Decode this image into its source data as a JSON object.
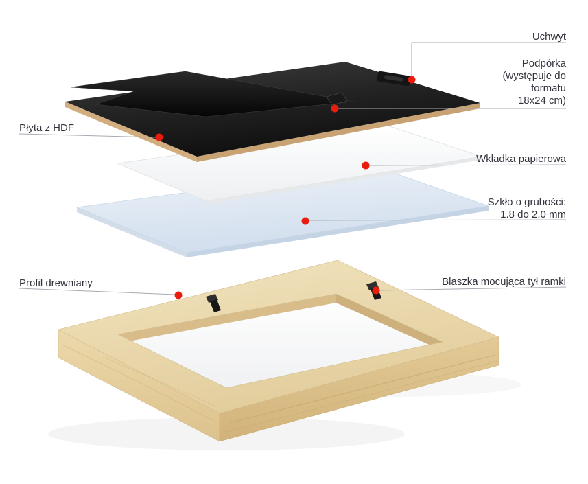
{
  "page": {
    "background_color": "#ffffff"
  },
  "diagram": {
    "marker_color": "#ea1c0d",
    "leader_line_color": "#a6abb1",
    "text_color": "#33333d",
    "labels": {
      "uchwyt": "Uchwyt",
      "podporka": "Podpórka\n(występuje do\nformatu\n18x24 cm)",
      "plyta_hdf": "Płyta z HDF",
      "wkladka_papierowa": "Wkładka papierowa",
      "szklo": "Szkło o grubości:\n1.8 do 2.0 mm",
      "profil_drewniany": "Profil drewniany",
      "blaszka": "Blaszka mocująca tył ramki"
    },
    "materials": {
      "hdf_board": "#1c1c1c",
      "hdf_edge": "#cda87a",
      "paper": "#f8f9fa",
      "glass": "#dde7f2",
      "wood_top": "#ecdcb2",
      "wood_side": "#d9bd89"
    }
  }
}
